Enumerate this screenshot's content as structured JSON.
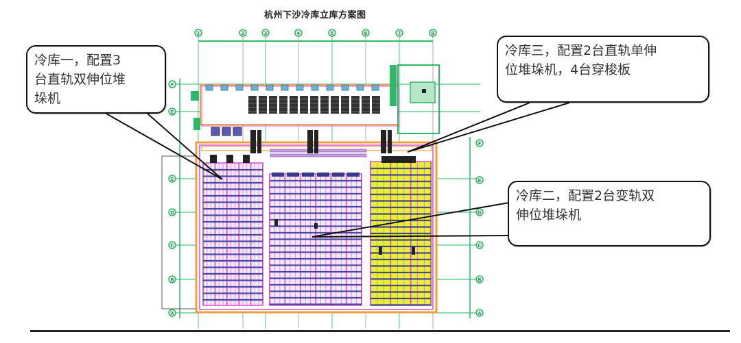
{
  "title": "杭州下沙冷库立库方案图",
  "callouts": {
    "cold_store_1": {
      "line1": "冷库一，配置3",
      "line2": "台直轨双伸位堆",
      "line3": "垛机"
    },
    "cold_store_3": {
      "line1": "冷库三，配置2台直轨单伸",
      "line2": "位堆垛机，4台穿梭板"
    },
    "cold_store_2": {
      "line1": "冷库二，配置2台变轨双",
      "line2": "伸位堆垛机"
    }
  },
  "grid": {
    "top_axis_labels": [
      "1",
      "2",
      "3",
      "4",
      "5",
      "6",
      "7",
      "8"
    ],
    "left_axis_labels": [
      "F",
      "E",
      "E",
      "D",
      "C",
      "B",
      "A"
    ],
    "right_axis_labels": [
      "F",
      "E",
      "D",
      "C",
      "B",
      "A"
    ]
  },
  "zones": [
    {
      "name": "冷库一",
      "cranes": 3,
      "crane_type": "直轨双伸位堆垛机"
    },
    {
      "name": "冷库二",
      "cranes": 2,
      "crane_type": "变轨双伸位堆垛机"
    },
    {
      "name": "冷库三",
      "cranes": 2,
      "crane_type": "直轨单伸位堆垛机",
      "shuttles": 4
    }
  ],
  "colors": {
    "grid": "#2db86a",
    "rack": "#d050c8",
    "beam": "#3a3aa0",
    "wall": "#f0a040",
    "yellow_zone": "#e6ef3a",
    "callout_border": "#111111"
  }
}
